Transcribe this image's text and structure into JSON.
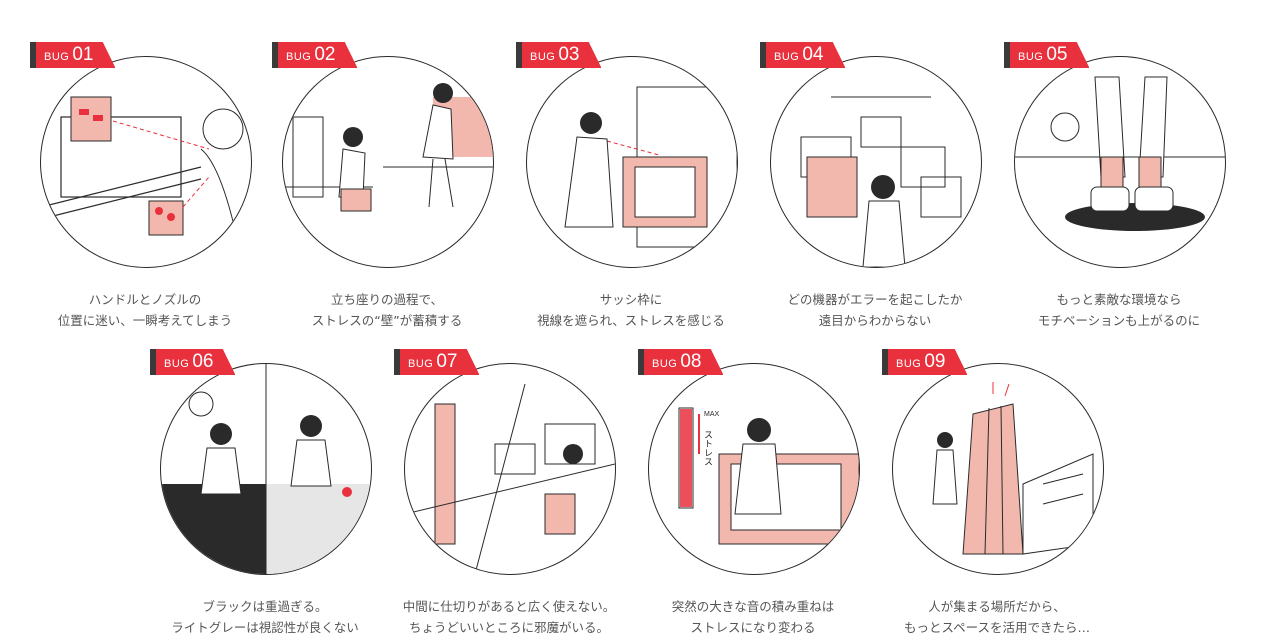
{
  "colors": {
    "accent": "#e8313d",
    "pink": "#f2b8ae",
    "ink": "#2a2a2a"
  },
  "bugs": [
    {
      "prefix": "BUG",
      "number": "01",
      "line1": "ハンドルとノズルの",
      "line2": "位置に迷い、一瞬考えてしまう"
    },
    {
      "prefix": "BUG",
      "number": "02",
      "line1": "立ち座りの過程で、",
      "line2": "ストレスの“壁”が蓄積する"
    },
    {
      "prefix": "BUG",
      "number": "03",
      "line1": "サッシ枠に",
      "line2": "視線を遮られ、ストレスを感じる"
    },
    {
      "prefix": "BUG",
      "number": "04",
      "line1": "どの機器がエラーを起こしたか",
      "line2": "遠目からわからない"
    },
    {
      "prefix": "BUG",
      "number": "05",
      "line1": "もっと素敵な環境なら",
      "line2": "モチベーションも上がるのに"
    },
    {
      "prefix": "BUG",
      "number": "06",
      "line1": "ブラックは重過ぎる。",
      "line2": "ライトグレーは視認性が良くない"
    },
    {
      "prefix": "BUG",
      "number": "07",
      "line1": "中間に仕切りがあると広く使えない。",
      "line2": "ちょうどいいところに邪魔がいる。"
    },
    {
      "prefix": "BUG",
      "number": "08",
      "line1": "突然の大きな音の積み重ねは",
      "line2": "ストレスになり変わる"
    },
    {
      "prefix": "BUG",
      "number": "09",
      "line1": "人が集まる場所だから、",
      "line2": "もっとスペースを活用できたら…"
    }
  ],
  "illustrations": {
    "bug08_meter_max": "MAX",
    "bug08_meter_label": "ストレス"
  }
}
